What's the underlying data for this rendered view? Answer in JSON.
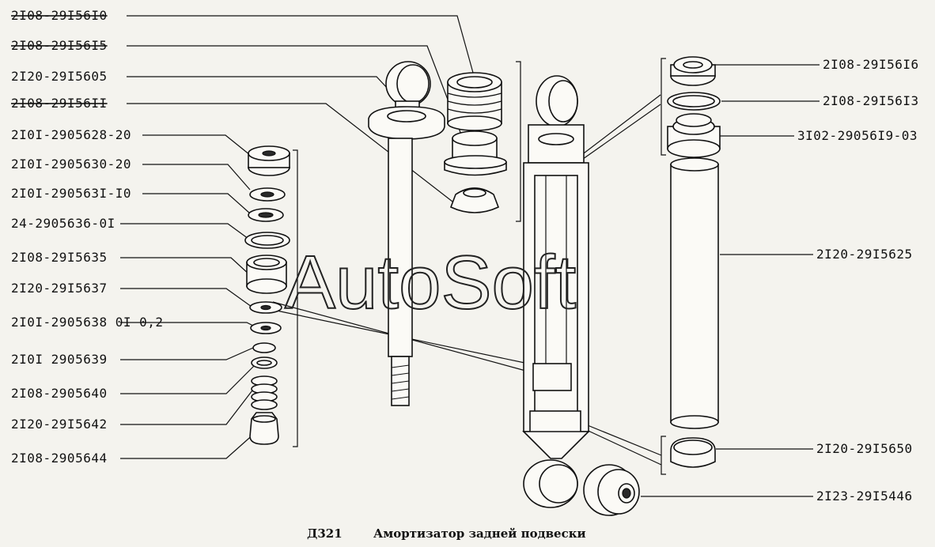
{
  "labels_left": [
    {
      "id": "l1",
      "text": "2I08-29I56I0"
    },
    {
      "id": "l2",
      "text": "2I08-29I56I5"
    },
    {
      "id": "l3",
      "text": "2I20-29I5605"
    },
    {
      "id": "l4",
      "text": "2I08-29I56II"
    },
    {
      "id": "l5",
      "text": "2I0I-2905628-20"
    },
    {
      "id": "l6",
      "text": "2I0I-2905630-20"
    },
    {
      "id": "l7",
      "text": "2I0I-290563I-I0"
    },
    {
      "id": "l8",
      "text": "24-2905636-0I"
    },
    {
      "id": "l9",
      "text": "2I08-29I5635"
    },
    {
      "id": "l10",
      "text": "2I20-29I5637"
    },
    {
      "id": "l11",
      "text": "2I0I-2905638 0I 0,2"
    },
    {
      "id": "l12",
      "text": "2I0I 2905639"
    },
    {
      "id": "l13",
      "text": "2I08-2905640"
    },
    {
      "id": "l14",
      "text": "2I20-29I5642"
    },
    {
      "id": "l15",
      "text": "2I08-2905644"
    }
  ],
  "labels_right": [
    {
      "id": "r1",
      "text": "2I08-29I56I6"
    },
    {
      "id": "r2",
      "text": "2I08-29I56I3"
    },
    {
      "id": "r3",
      "text": "3I02-29056I9-03"
    },
    {
      "id": "r4",
      "text": "2I20-29I5625"
    },
    {
      "id": "r5",
      "text": "2I20-29I5650"
    },
    {
      "id": "r6",
      "text": "2I23-29I5446"
    }
  ],
  "watermark": "AutoSoft",
  "caption": {
    "code": "Д321",
    "title": "Амортизатор задней подвески"
  }
}
